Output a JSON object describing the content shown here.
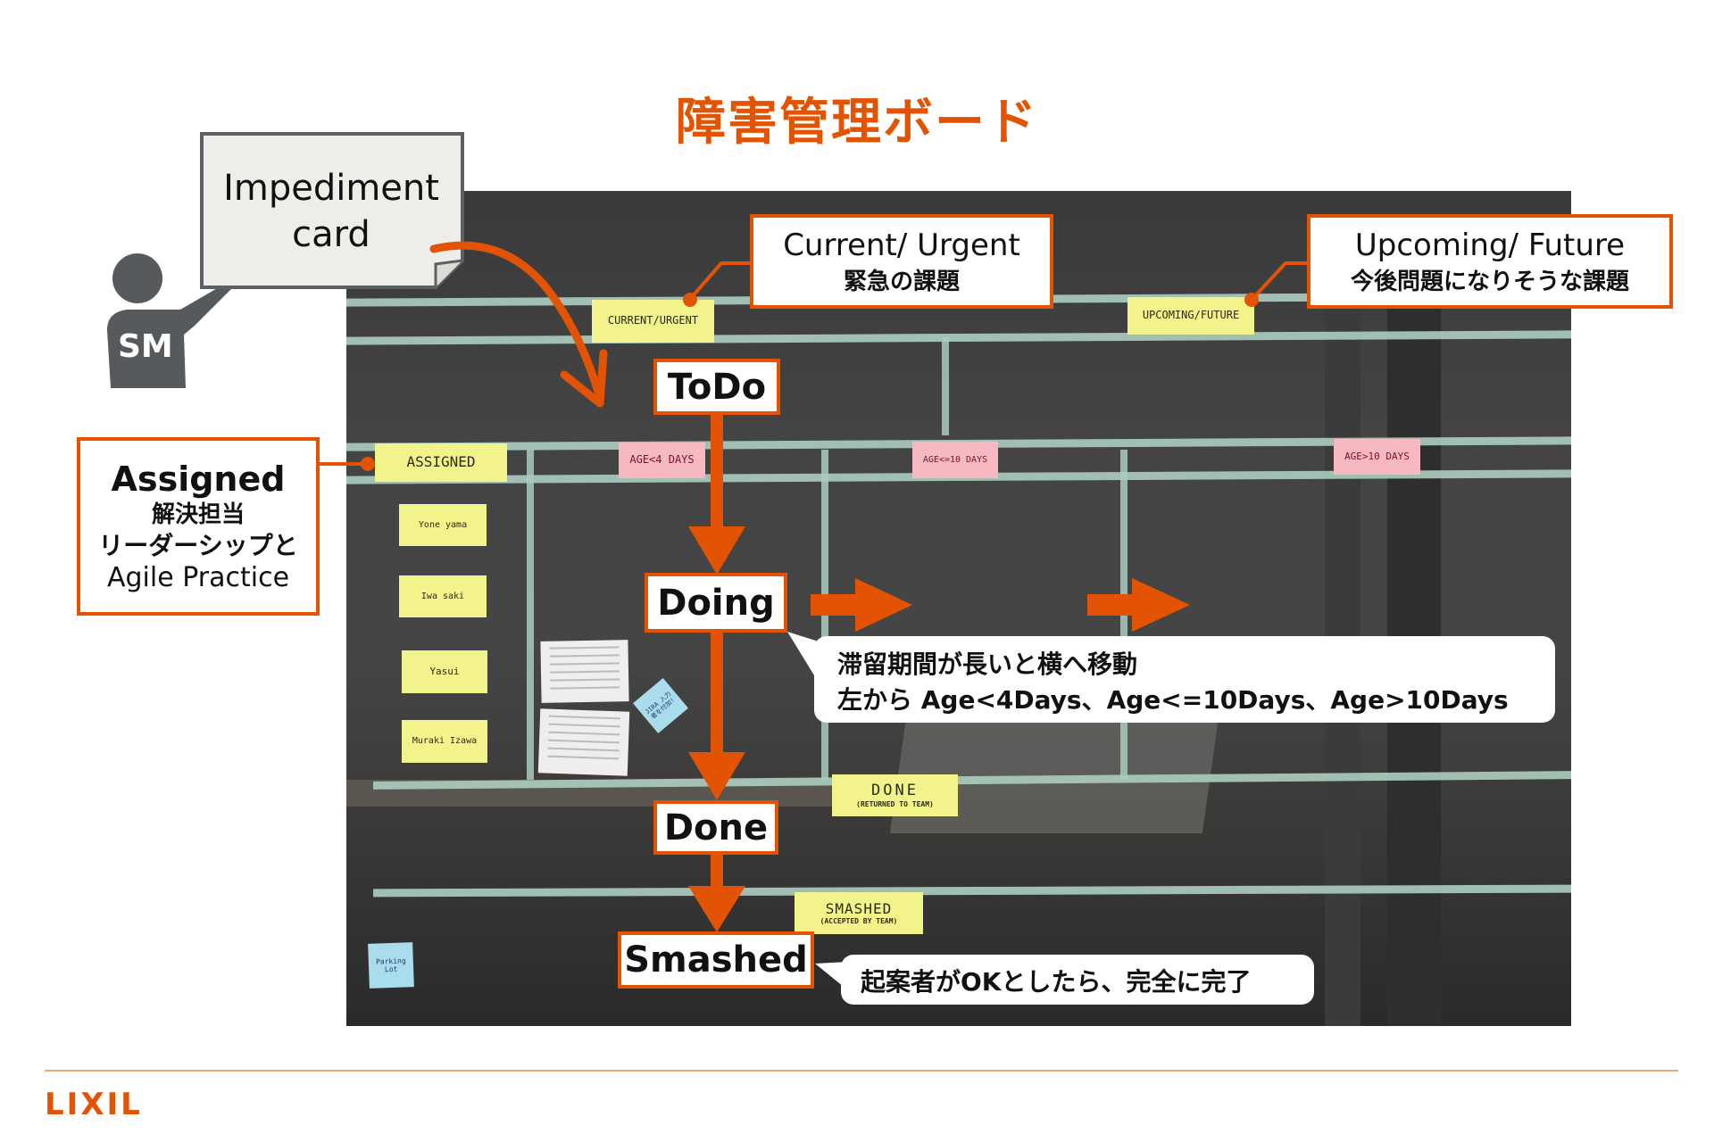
{
  "title": "障害管理ボード",
  "colors": {
    "accent": "#e25404",
    "logo": "#e25404",
    "sm_icon": "#565a5c",
    "card_bg": "#eeedea"
  },
  "impediment_card": {
    "line1": "Impediment",
    "line2": "card"
  },
  "sm_figure": {
    "label": "SM",
    "icon": "presenter-icon"
  },
  "labels": {
    "current": {
      "en": "Current/ Urgent",
      "ja": "緊急の課題"
    },
    "upcoming": {
      "en": "Upcoming/ Future",
      "ja": "今後問題になりそうな課題"
    },
    "assigned": {
      "en": "Assigned",
      "ja1": "解決担当",
      "ja2": "リーダーシップと",
      "en2": "Agile Practice"
    }
  },
  "stages": [
    "ToDo",
    "Doing",
    "Done",
    "Smashed"
  ],
  "callouts": {
    "doing_line1": "滞留期間が長いと横へ移動",
    "doing_line2": "左から Age<4Days、Age<=10Days、Age>10Days",
    "smashed": "起案者がOKとしたら、完全に完了"
  },
  "board_stickies": {
    "current_urgent": "CURRENT/URGENT",
    "upcoming_future": "UPCOMING/FUTURE",
    "assigned": "ASSIGNED",
    "age_lt4": "AGE<4 DAYS",
    "age_le10": "AGE<=10 DAYS",
    "age_gt10": "AGE>10 DAYS",
    "done": "DONE",
    "done_sub": "(RETURNED TO TEAM)",
    "smashed": "SMASHED",
    "smashed_sub": "(ACCEPTED BY TEAM)",
    "parking_lot": "Parking Lot",
    "jira_note": "JIRA 入力 者を付加!"
  },
  "assignees": [
    "Yone yama",
    "Iwa saki",
    "Yasui",
    "Muraki Izawa"
  ],
  "footer": {
    "logo": "LIXIL"
  }
}
